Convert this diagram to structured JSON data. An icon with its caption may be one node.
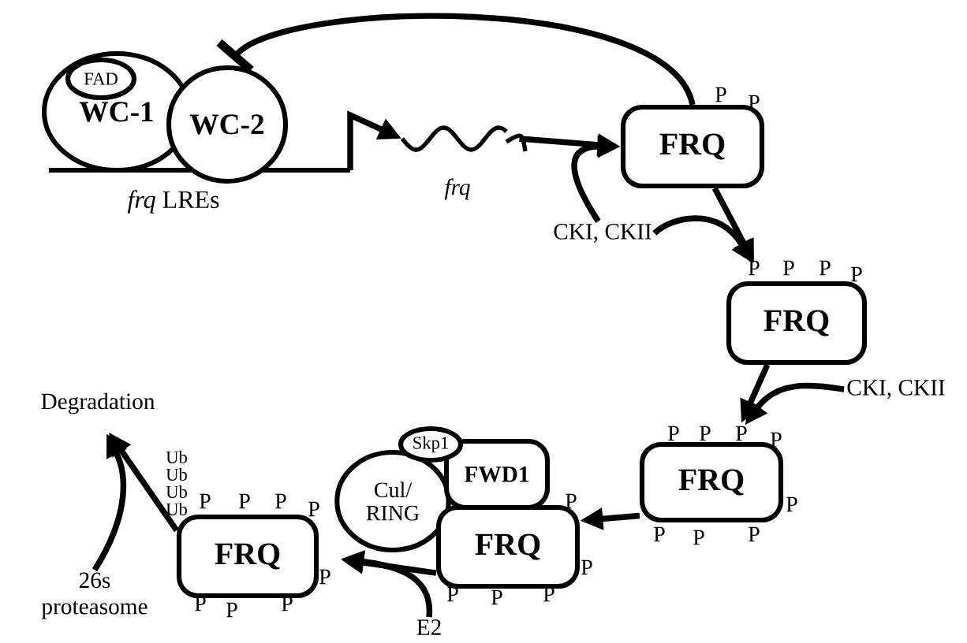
{
  "diagram": {
    "nodes": [
      {
        "text": [
          "WC-1"
        ]
      },
      {
        "text": [
          "FAD"
        ],
        "in": 0
      },
      {
        "text": [
          "WC-2"
        ]
      },
      {
        "text": [],
        "shape": "picture",
        "beside": [
          "frq"
        ]
      },
      {
        "text": [
          "FRQ"
        ],
        "beside": [
          "P",
          "P"
        ]
      },
      {
        "text": [
          "CKI, CKII"
        ]
      },
      {
        "text": [
          "FRQ"
        ],
        "beside": [
          "P",
          "P",
          "P",
          "P"
        ]
      },
      {
        "text": [
          "CKI, CKII"
        ]
      },
      {
        "text": [
          "FRQ"
        ],
        "beside": [
          "P",
          "P",
          "P",
          "P",
          "P",
          "P",
          "P",
          "P"
        ]
      },
      {
        "text": [
          "Skp1"
        ]
      },
      {
        "text": [
          "Cul/ RING"
        ]
      },
      {
        "text": [
          "FWD1"
        ]
      },
      {
        "text": [
          "FRQ"
        ],
        "beside": [
          "P",
          "P",
          "P",
          "P",
          "P"
        ]
      },
      {
        "text": [
          "E2"
        ]
      },
      {
        "text": [
          "FRQ"
        ],
        "beside": [
          "Ub",
          "Ub",
          "Ub",
          "Ub",
          "P",
          "P",
          "P",
          "P",
          "P",
          "P",
          "P",
          "P"
        ]
      },
      {
        "text": [
          "Degradation"
        ]
      },
      {
        "text": [
          "26s proteasome"
        ]
      }
    ],
    "edges": [
      {
        "from": 4,
        "to": 2,
        "arrow": "other"
      },
      {
        "from": null,
        "to": 3,
        "arrow": "to"
      },
      {
        "from": 3,
        "to": 4,
        "arrow": "to"
      },
      {
        "from": 5,
        "to": 4,
        "arrow": "to"
      },
      {
        "from": 4,
        "to": 6,
        "arrow": "to"
      },
      {
        "from": 5,
        "to": 6,
        "arrow": "to"
      },
      {
        "from": 6,
        "to": 8,
        "arrow": "to"
      },
      {
        "from": 7,
        "to": 8,
        "arrow": "to"
      },
      {
        "from": 8,
        "to": 12,
        "arrow": "to"
      },
      {
        "from": 12,
        "to": 14,
        "arrow": "to"
      },
      {
        "from": 13,
        "to": 14,
        "arrow": "to"
      },
      {
        "from": 14,
        "to": 15,
        "arrow": "to"
      },
      {
        "from": 16,
        "to": 15,
        "arrow": "to"
      }
    ],
    "labels": [
      "*frq* LREs"
    ]
  }
}
